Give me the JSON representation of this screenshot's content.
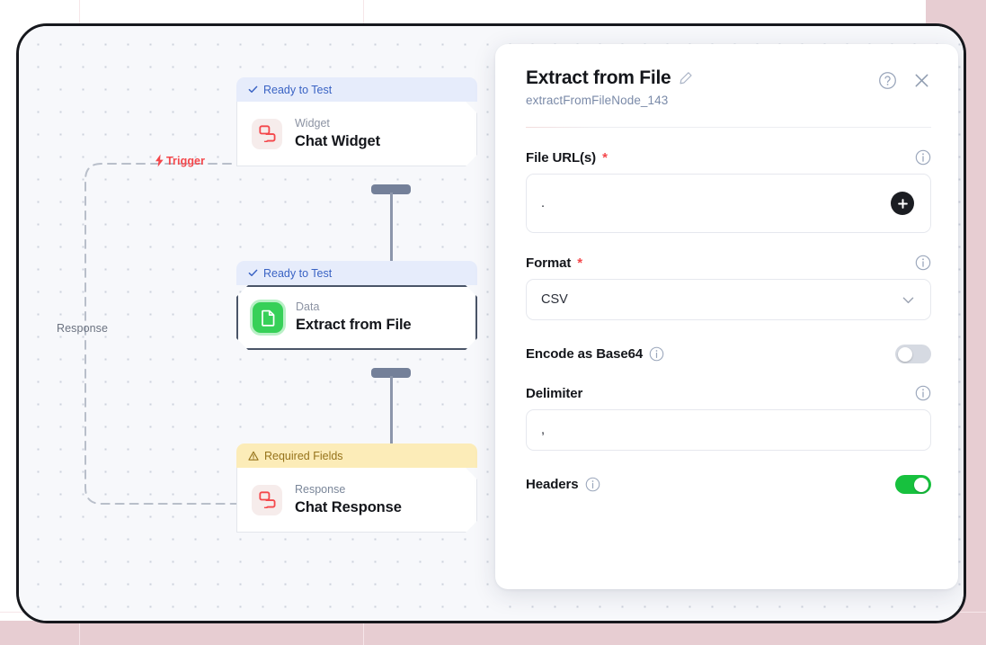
{
  "canvas": {
    "trigger_label": "Trigger",
    "response_label": "Response",
    "nodes": [
      {
        "status": "Ready to Test",
        "status_type": "ready",
        "kicker": "Widget",
        "title": "Chat Widget",
        "icon": "chat-bubbles-icon"
      },
      {
        "status": "Ready to Test",
        "status_type": "ready",
        "kicker": "Data",
        "title": "Extract from File",
        "icon": "file-document-icon"
      },
      {
        "status": "Required Fields",
        "status_type": "warning",
        "kicker": "Response",
        "title": "Chat Response",
        "icon": "chat-bubbles-icon"
      }
    ]
  },
  "panel": {
    "title": "Extract from File",
    "node_id": "extractFromFileNode_143",
    "edit_icon": "pencil-icon",
    "help_icon": "question-circle-icon",
    "close_icon": "close-icon",
    "fields": {
      "file_urls": {
        "label": "File URL(s)",
        "required": "*",
        "value": ".",
        "add_icon": "plus-icon",
        "info_icon": "info-icon"
      },
      "format": {
        "label": "Format",
        "required": "*",
        "value": "CSV",
        "options": [
          "CSV"
        ],
        "chevron_icon": "chevron-down-icon",
        "info_icon": "info-icon"
      },
      "encode_base64": {
        "label": "Encode as Base64",
        "state": "off",
        "info_icon": "info-icon"
      },
      "delimiter": {
        "label": "Delimiter",
        "value": ",",
        "info_icon": "info-icon"
      },
      "headers": {
        "label": "Headers",
        "state": "on",
        "info_icon": "info-icon"
      }
    }
  },
  "colors": {
    "accent_red": "#f4474b",
    "accent_green": "#17c13e",
    "badge_ready_bg": "#e6ecfb",
    "badge_ready_fg": "#3a63c4",
    "badge_warn_bg": "#fcecb8",
    "badge_warn_fg": "#96731b",
    "page_bg": "#e7cdd2"
  }
}
